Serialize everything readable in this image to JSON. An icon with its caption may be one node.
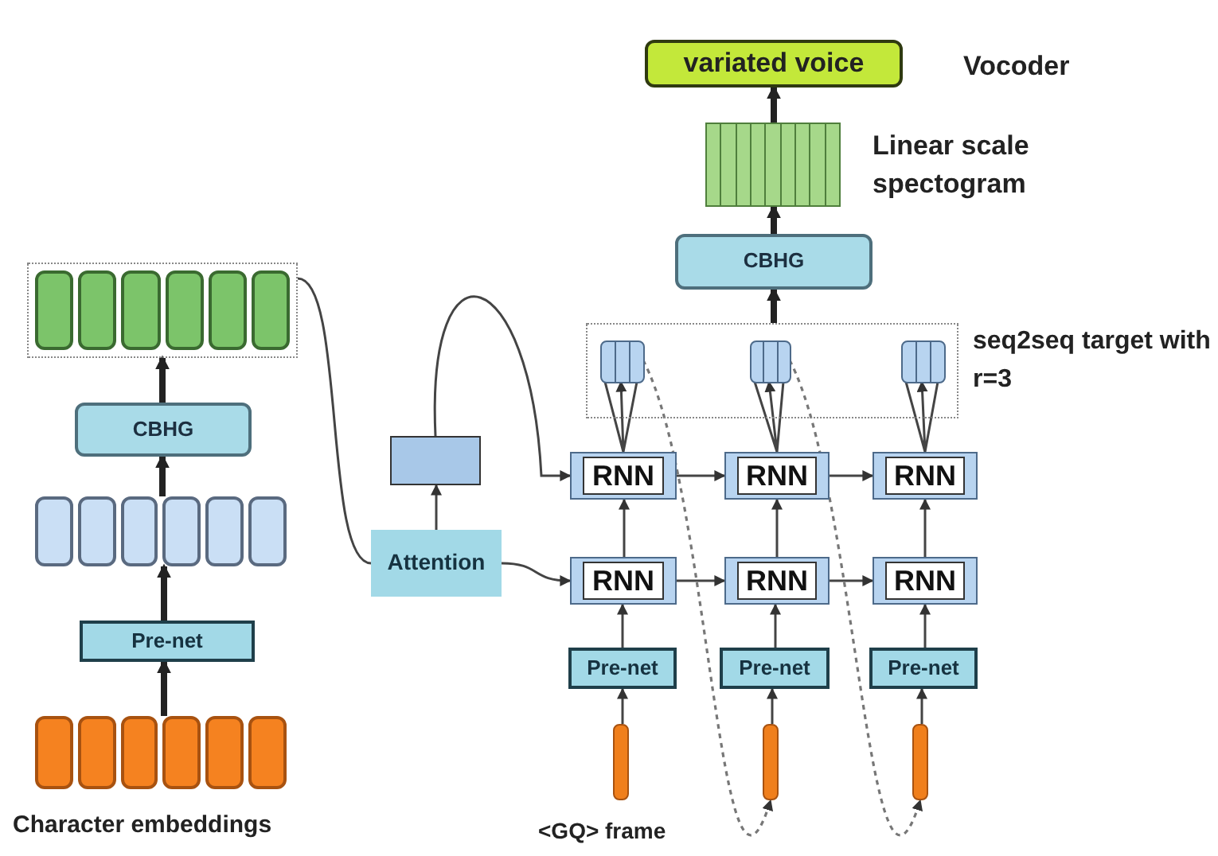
{
  "diagram": {
    "nodes": [
      {
        "text": [
          "variated voice"
        ],
        "beside": [
          "Vocoder"
        ]
      },
      {
        "text": [],
        "shape": "box",
        "beside": [
          "Linear scale spectogram"
        ]
      },
      {
        "text": [
          "CBHG"
        ]
      },
      {
        "text": [],
        "shape": "box",
        "beside": [
          "seq2seq target with r=3"
        ]
      },
      {
        "text": [],
        "shape": "bar",
        "in": 3
      },
      {
        "text": [],
        "shape": "bar",
        "in": 3
      },
      {
        "text": [],
        "shape": "bar",
        "in": 3
      },
      {
        "text": [
          "RNN"
        ]
      },
      {
        "text": [
          "RNN"
        ]
      },
      {
        "text": [
          "RNN"
        ]
      },
      {
        "text": [
          "RNN"
        ]
      },
      {
        "text": [
          "RNN"
        ]
      },
      {
        "text": [
          "RNN"
        ]
      },
      {
        "text": [
          "Pre-net"
        ]
      },
      {
        "text": [
          "Pre-net"
        ]
      },
      {
        "text": [
          "Pre-net"
        ]
      },
      {
        "text": [],
        "shape": "bar",
        "beside": [
          "<GQ> frame"
        ]
      },
      {
        "text": [],
        "shape": "bar"
      },
      {
        "text": [],
        "shape": "bar"
      },
      {
        "text": [],
        "shape": "box"
      },
      {
        "text": [
          "CBHG"
        ]
      },
      {
        "text": [],
        "shape": "box"
      },
      {
        "text": [
          "Pre-net"
        ]
      },
      {
        "text": [],
        "shape": "box",
        "beside": [
          "Character embeddings"
        ]
      },
      {
        "text": [
          "Attention"
        ]
      },
      {
        "text": [],
        "shape": "box"
      }
    ],
    "edges": [
      {
        "from": 1,
        "to": 0,
        "arrow": "to",
        "style": "thick"
      },
      {
        "from": 2,
        "to": 1,
        "arrow": "to",
        "style": "thick"
      },
      {
        "from": 3,
        "to": 2,
        "arrow": "to",
        "style": "thick"
      },
      {
        "from": 7,
        "to": 4,
        "arrow": "to"
      },
      {
        "from": 8,
        "to": 5,
        "arrow": "to"
      },
      {
        "from": 9,
        "to": 6,
        "arrow": "to"
      },
      {
        "from": 10,
        "to": 7,
        "arrow": "to"
      },
      {
        "from": 11,
        "to": 8,
        "arrow": "to"
      },
      {
        "from": 12,
        "to": 9,
        "arrow": "to"
      },
      {
        "from": 13,
        "to": 10,
        "arrow": "to"
      },
      {
        "from": 14,
        "to": 11,
        "arrow": "to"
      },
      {
        "from": 15,
        "to": 12,
        "arrow": "to"
      },
      {
        "from": 16,
        "to": 13,
        "arrow": "to"
      },
      {
        "from": 17,
        "to": 14,
        "arrow": "to"
      },
      {
        "from": 18,
        "to": 15,
        "arrow": "to"
      },
      {
        "from": 7,
        "to": 8,
        "arrow": "to"
      },
      {
        "from": 8,
        "to": 9,
        "arrow": "to"
      },
      {
        "from": 10,
        "to": 11,
        "arrow": "to"
      },
      {
        "from": 11,
        "to": 12,
        "arrow": "to"
      },
      {
        "from": 4,
        "to": 17,
        "arrow": "to",
        "style": "dashed"
      },
      {
        "from": 5,
        "to": 18,
        "arrow": "to",
        "style": "dashed"
      },
      {
        "from": 23,
        "to": 22,
        "arrow": "to",
        "style": "thick"
      },
      {
        "from": 22,
        "to": 21,
        "arrow": "to",
        "style": "thick"
      },
      {
        "from": 21,
        "to": 20,
        "arrow": "to",
        "style": "thick"
      },
      {
        "from": 20,
        "to": 19,
        "arrow": "to",
        "style": "thick"
      },
      {
        "from": 19,
        "to": 24,
        "arrow": "none"
      },
      {
        "from": 24,
        "to": 10,
        "arrow": "to"
      },
      {
        "from": 24,
        "to": 25,
        "arrow": "to"
      },
      {
        "from": 25,
        "to": 7,
        "arrow": "to"
      }
    ]
  }
}
